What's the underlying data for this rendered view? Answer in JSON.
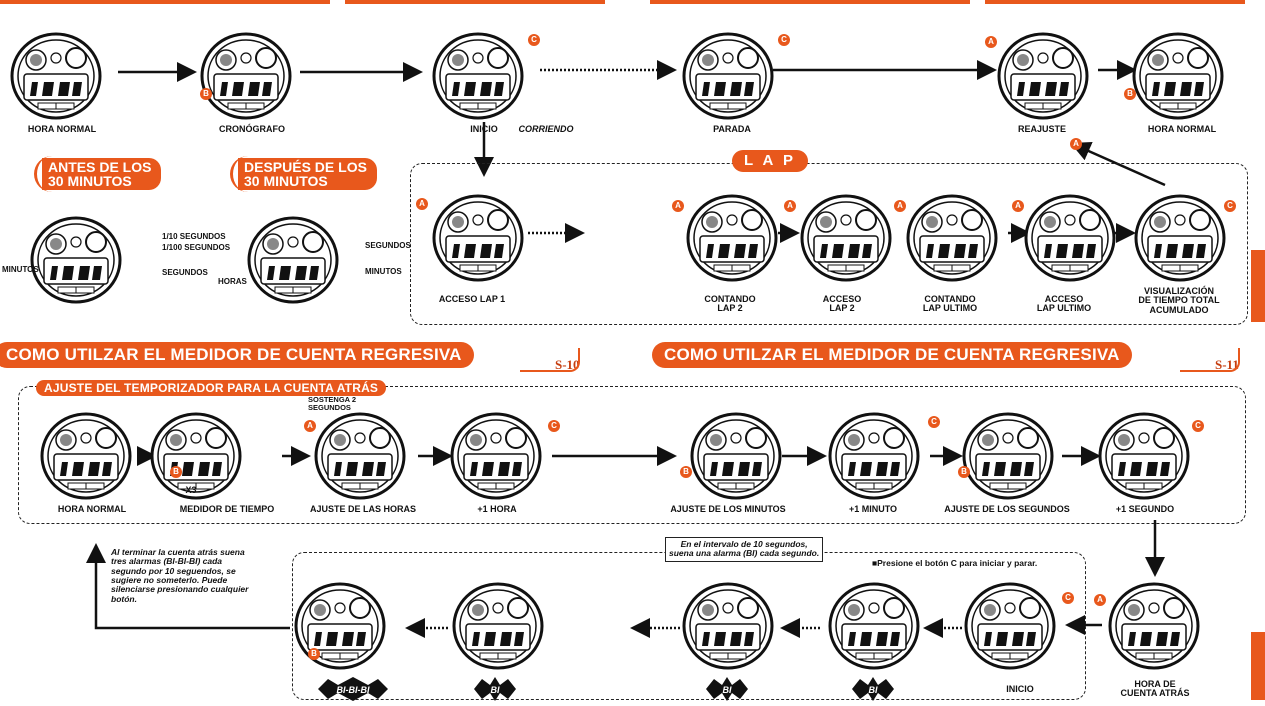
{
  "sections": {
    "lap_badge": "L A P",
    "before_30": "ANTES DE LOS\n30 MINUTOS",
    "after_30": "DESPUÉS DE LOS\n30 MINUTOS",
    "countdown_left": "COMO UTILZAR EL MEDIDOR DE CUENTA REGRESIVA",
    "countdown_right": "COMO UTILZAR EL MEDIDOR DE CUENTA REGRESIVA",
    "page_left": "S-10",
    "page_right": "S-11",
    "timer_setting": "AJUSTE DEL TEMPORIZADOR PARA LA CUENTA ATRÁS"
  },
  "row1_labels": [
    "HORA NORMAL",
    "CRONÓGRAFO",
    "INICIO",
    "CORRIENDO",
    "PARADA",
    "REAJUSTE",
    "HORA NORMAL"
  ],
  "lap_labels": [
    "ACCESO LAP 1",
    "CONTANDO\nLAP 2",
    "ACCESO\nLAP 2",
    "CONTANDO\nLAP ULTIMO",
    "ACCESO\nLAP ULTIMO",
    "VISUALIZACIÓN\nDE TIEMPO TOTAL\nACUMULADO"
  ],
  "display_tags": {
    "tenth": "1/10 SEGUNDOS",
    "hundredth": "1/100 SEGUNDOS",
    "minutes_l": "MINUTOS",
    "seconds_l": "SEGUNDOS",
    "seconds_r": "SEGUNDOS",
    "hours_r": "HORAS",
    "minutes_r": "MINUTOS"
  },
  "timer_labels": [
    "HORA NORMAL",
    "MEDIDOR DE TIEMPO",
    "AJUSTE DE LAS HORAS",
    "+1  HORA",
    "AJUSTE DE LOS MINUTOS",
    "+1 MINUTO",
    "AJUSTE DE LOS SEGUNDOS",
    "+1 SEGUNDO"
  ],
  "hold_note": "SOSTENGA 2\nSEGUNDOS",
  "x3": "X3",
  "bottom_labels": [
    "INICIO",
    "HORA DE\nCUENTA ATRÁS"
  ],
  "interval_note": "En el intervalo de 10 segundos,\nsuena una alarma (BI) cada segundo.",
  "press_note": "■Presione el botón C para iniciar y parar.",
  "end_note": "Al terminar la cuenta atrás suena\ntres alarmas (BI-BI-BI) cada\nsegundo por 10 seguendos, se\nsugiere no someterlo. Puede\nsilenciarse presionando cualquier\nbotón.",
  "bi_labels": [
    "BI-BI-BI",
    "BI",
    "BI",
    "BI"
  ],
  "buttons": {
    "A": "A",
    "B": "B",
    "C": "C"
  },
  "colors": {
    "accent": "#e8581c",
    "ink": "#111111"
  }
}
